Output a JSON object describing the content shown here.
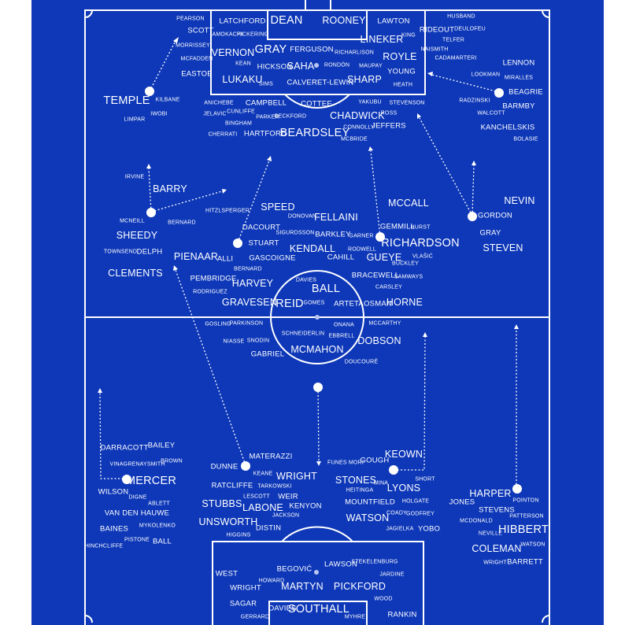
{
  "colors": {
    "pitch": "#0e38b8",
    "lines": "#ffffff",
    "background": "#ffffff"
  },
  "names": {
    "pearson": "PEARSON",
    "scott": "SCOTT",
    "morrissey": "MORRISSEY",
    "mcfadden": "MCFADDEN",
    "eastoe": "EASTOE",
    "temple": "TEMPLE",
    "kilbane": "KILBANE",
    "iwobi": "IWOBI",
    "limpar": "LIMPAR",
    "latchford": "LATCHFORD",
    "amokachi": "AMOKACHI",
    "pickering": "PICKERING",
    "dean": "DEAN",
    "rooney": "ROONEY",
    "vernon": "VERNON",
    "gray_top": "GRAY",
    "ferguson": "FERGUSON",
    "richarlison": "RICHARLISON",
    "kean": "KEAN",
    "hickson": "HICKSON",
    "saha": "SAHA",
    "rondon": "RONDÓN",
    "maupay": "MAUPAY",
    "lukaku": "LUKAKU",
    "sims": "SIMS",
    "calvert_lewin": "CALVERET-LEWIN",
    "sharp": "SHARP",
    "lawton": "LAWTON",
    "king": "KING",
    "lineker": "LINEKER",
    "royle": "ROYLE",
    "young": "YOUNG",
    "heath": "HEATH",
    "husband": "HUSBAND",
    "rideout": "RIDEOUT",
    "deulofeu": "DEULOFEU",
    "telfer": "TELFER",
    "naismith": "NAISMITH",
    "cadamarteri": "CADAMARTERI",
    "lennon": "LENNON",
    "mirallas": "MIRALLES",
    "lookman": "LOOKMAN",
    "beagrie": "BEAGRIE",
    "radzinski": "RADZINSKI",
    "barmby": "BARMBY",
    "walcott": "WALCOTT",
    "kanchelskis": "KANCHELSKIS",
    "bolasie": "BOLASIE",
    "anichebe": "ANICHEBE",
    "campbell": "CAMPBELL",
    "cottee": "COTTEE",
    "yakubu": "YAKUBU",
    "stevenson": "STEVENSON",
    "jelavic": "JELAVIC",
    "cunliffe": "CUNLIFFE",
    "parker": "PARKER",
    "beckford": "BECKFORD",
    "chadwick": "CHADWICK",
    "ross": "ROSS",
    "bingham": "BINGHAM",
    "connolly": "CONNOLLY",
    "jeffers": "JEFFERS",
    "cheravit": "CHERRATI",
    "hartford": "HARTFORD",
    "beardsley": "BEARDSLEY",
    "mcbride": "MCBRIDE",
    "irvine": "IRVINE",
    "barry": "BARRY",
    "mcneill": "MCNEILL",
    "bernard": "BERNARD",
    "sheedy": "SHEEDY",
    "townsend": "TOWNSEND",
    "delph": "DELPH",
    "clements": "CLEMENTS",
    "hitzlsperger": "HITZLSPERGER",
    "speed": "SPEED",
    "donovan": "DONOVAN",
    "fellaini": "FELLAINI",
    "dacourt": "DACOURT",
    "sigurdsson": "SIGURDSSON",
    "barkley": "BARKLEY",
    "stuart": "STUART",
    "garner": "GARNER",
    "pienaar": "PIENAAR",
    "alli": "ALLI",
    "gascoigne": "GASCOIGNE",
    "kendall": "KENDALL",
    "cahill": "CAHILL",
    "rodwell": "RODWELL",
    "mccall": "MCCALL",
    "gemmill": "GEMMILL",
    "hurst": "HURST",
    "richardson": "RICHARDSON",
    "gueye": "GUEYE",
    "vlasic": "VLAŠIĆ",
    "buckley": "BUCKLEY",
    "nevin": "NEVIN",
    "gordon": "GORDON",
    "gray_right": "GRAY",
    "steven": "STEVEN",
    "bernard2": "BERNARD",
    "pembridge": "PEMBRIDGE",
    "davies_mid": "DAVIES",
    "ball": "BALL",
    "bracewell": "BRACEWELL",
    "samways": "SAMWAYS",
    "rodriguez": "RODRIGUEZ",
    "harvey": "HARVEY",
    "carsley": "CARSLEY",
    "gravesen": "GRAVESEN",
    "reid": "REID",
    "gomes": "GOMES",
    "arteta": "ARTETA",
    "osman": "OSMAN",
    "horne": "HORNE",
    "gosling": "GOSLING",
    "parkinson": "PARKINSON",
    "onana": "ONANA",
    "mccarthy": "MCCARTHY",
    "niasse": "NIASSE",
    "snodin": "SNODIN",
    "schneiderlin": "SCHNEIDERLIN",
    "ebbrell": "EBBRELL",
    "dobson": "DOBSON",
    "gabriel": "GABRIEL",
    "mcmahon": "MCMAHON",
    "doucoure": "DOUCOURÉ",
    "darracott": "DARRACOTT",
    "bailey": "BAILEY",
    "vinagre": "VINAGRE",
    "naysmith": "NAYSMITH",
    "brown": "BROWN",
    "mercer": "MERCER",
    "wilson": "WILSON",
    "digne": "DIGNE",
    "ablett": "ABLETT",
    "van_den_hauwe": "VAN DEN HAUWE",
    "baines": "BAINES",
    "mykolenko": "MYKOLENKO",
    "pistone": "PISTONE",
    "ball_def": "BALL",
    "hinchcliffe": "HINCHCLIFFE",
    "dunne": "DUNNE",
    "materazzi": "MATERAZZI",
    "keane": "KEANE",
    "wright_def": "WRIGHT",
    "ratcliffe": "RATCLIFFE",
    "tarkowski": "TARKOWSKI",
    "lescott": "LESCOTT",
    "weir": "WEIR",
    "stubbs": "STUBBS",
    "labone": "LABONE",
    "kenyon": "KENYON",
    "jackson": "JACKSON",
    "unsworth": "UNSWORTH",
    "distin": "DISTIN",
    "higgins": "HIGGINS",
    "funes_mori": "FUNES MORI",
    "gough": "GOUGH",
    "keown": "KEOWN",
    "stones": "STONES",
    "mina": "MINA",
    "lyons": "LYONS",
    "short": "SHORT",
    "heitinga": "HEITINGA",
    "mountfield": "MOUNTFIELD",
    "holgate": "HOLGATE",
    "coady": "COADY",
    "godfrey": "GODFREY",
    "watson_cb": "WATSON",
    "jagielka": "JAGIELKA",
    "yobo": "YOBO",
    "harper": "HARPER",
    "pointon": "POINTON",
    "jones": "JONES",
    "stevens": "STEVENS",
    "patterson": "PATTERSON",
    "mcdonald": "MCDONALD",
    "hibbert": "HIBBERT",
    "neville": "NEVILLE",
    "coleman": "COLEMAN",
    "watson_rb": "WATSON",
    "wright_rb": "WRIGHT",
    "barrett": "BARRETT",
    "west": "WEST",
    "begovic": "BEGOVIĆ",
    "lawson": "LAWSON",
    "stekelenburg": "STEKELENBURG",
    "howard": "HOWARD",
    "jardine": "JARDINE",
    "wright_gk": "WRIGHT",
    "martyn": "MARTYN",
    "pickford": "PICKFORD",
    "wood": "WOOD",
    "sagar": "SAGAR",
    "davies_gk": "DAVIES",
    "southall": "SOUTHALL",
    "myhre": "MYHRE",
    "gerrard": "GERRARD",
    "rankin": "RANKIN"
  }
}
